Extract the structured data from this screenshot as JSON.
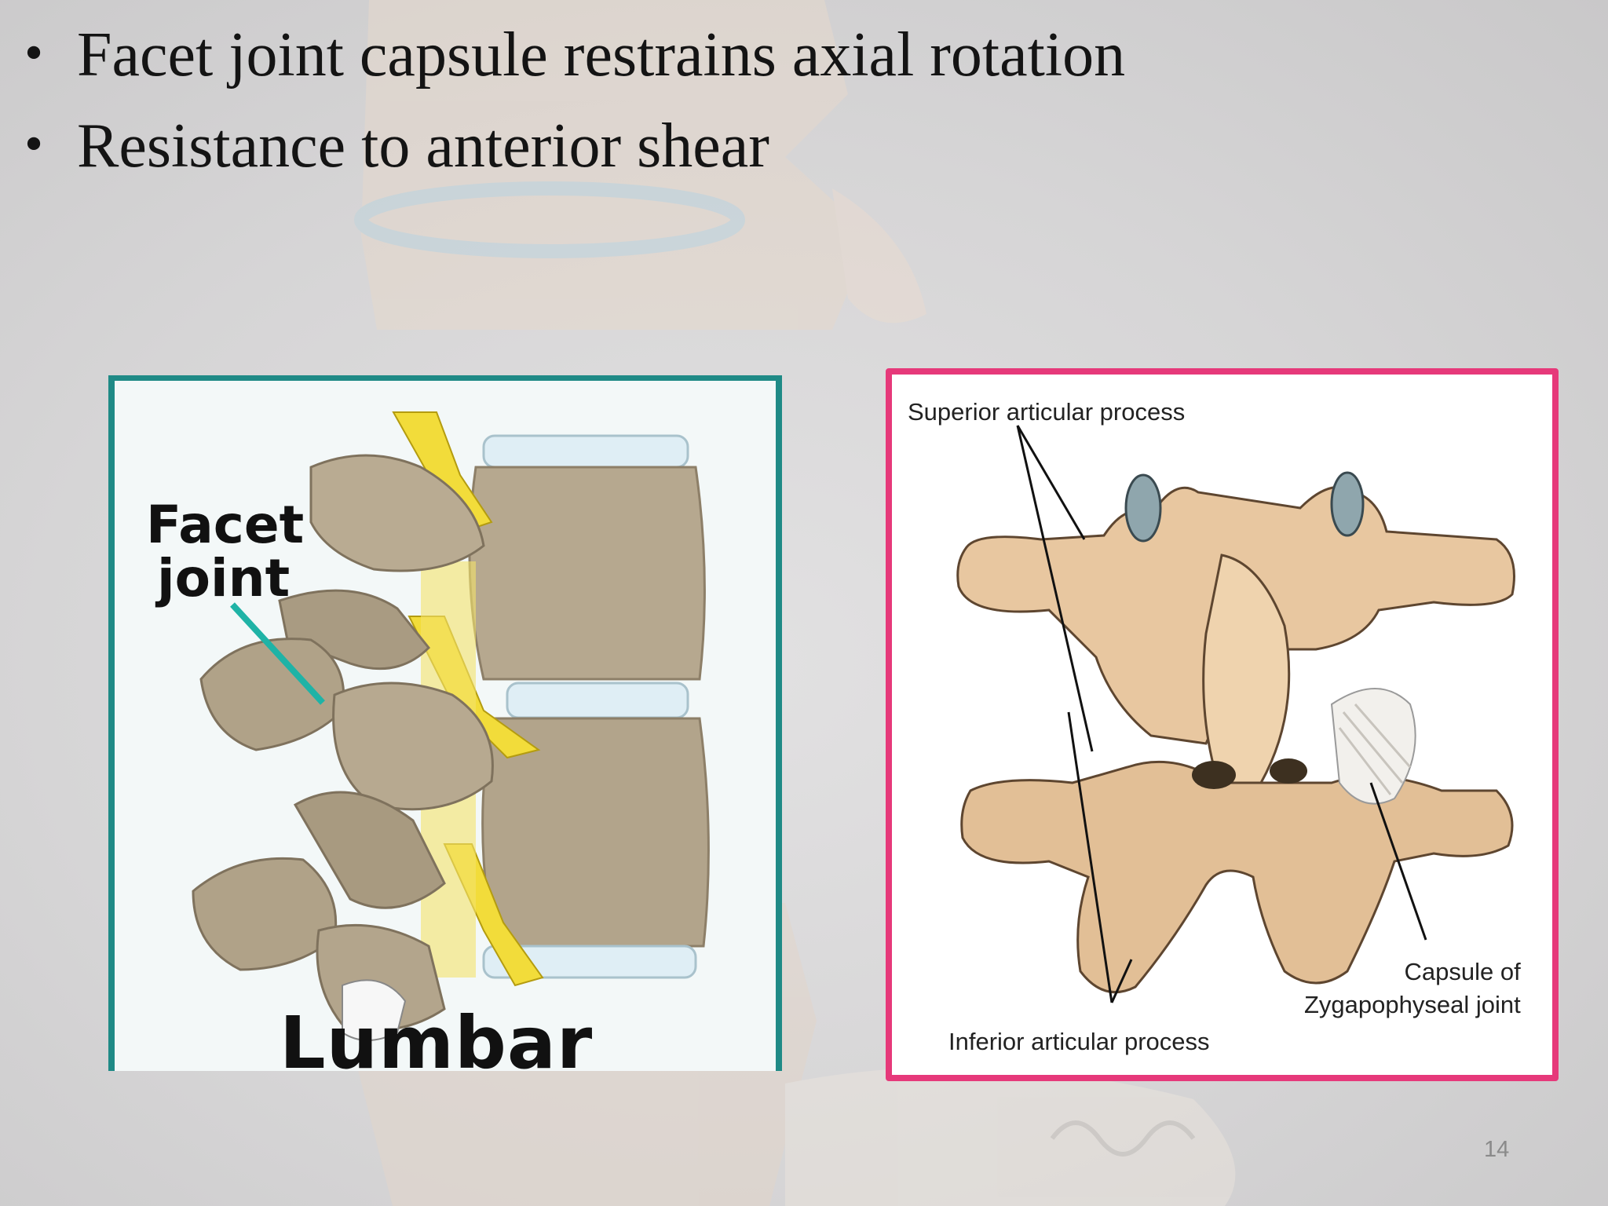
{
  "slide": {
    "bullets": [
      "Facet joint capsule restrains axial rotation",
      "Resistance to anterior shear"
    ],
    "bullet_symbol": "•",
    "number": "14"
  },
  "left_figure": {
    "facet_label_line1": "Facet",
    "facet_label_line2": "joint",
    "region_label": "Lumbar",
    "border_color": "#1f8a86"
  },
  "right_figure": {
    "superior_label": "Superior articular process",
    "inferior_label": "Inferior articular process",
    "capsule_label_line1": "Capsule of",
    "capsule_label_line2": "Zygapophyseal joint",
    "border_color": "#e6397a"
  }
}
